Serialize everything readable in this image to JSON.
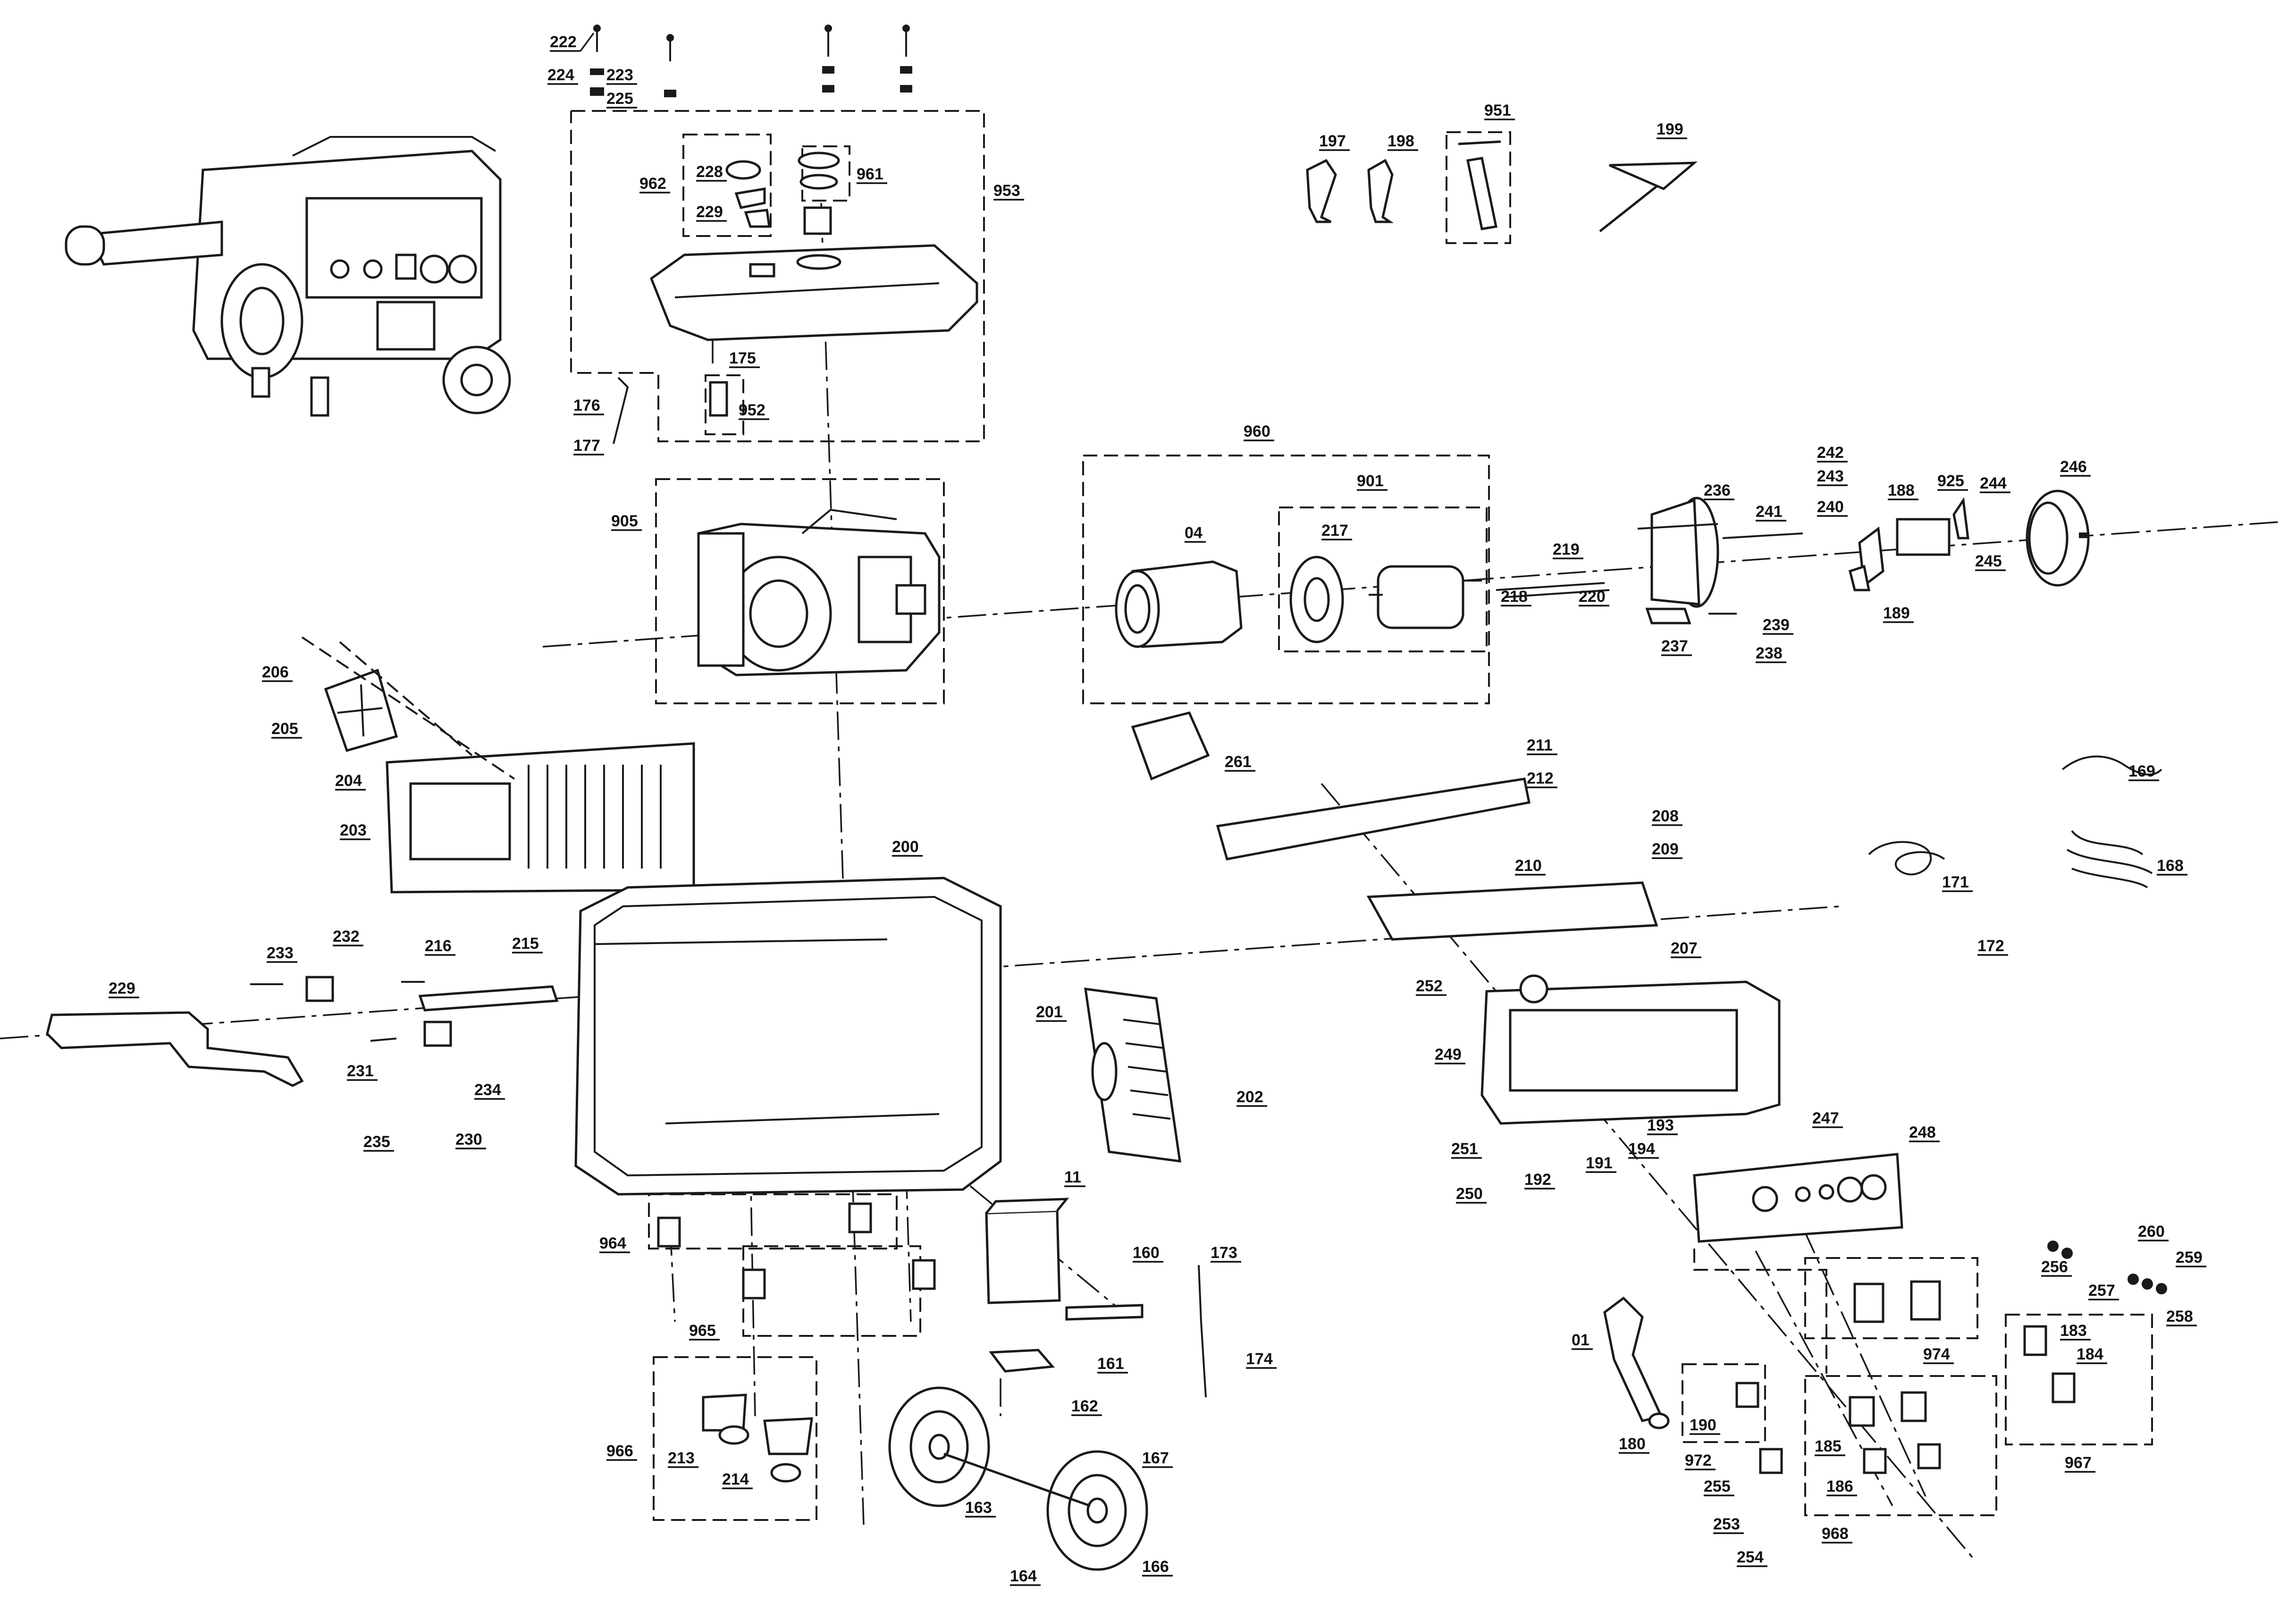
{
  "diagram": {
    "type": "exploded-parts-view",
    "labels": [
      "222",
      "224",
      "223",
      "225",
      "962",
      "228",
      "229",
      "961",
      "953",
      "175",
      "952",
      "176",
      "177",
      "197",
      "198",
      "951",
      "199",
      "960",
      "901",
      "04",
      "217",
      "219",
      "218",
      "220",
      "236",
      "241",
      "242",
      "243",
      "240",
      "188",
      "925",
      "244",
      "245",
      "246",
      "189",
      "237",
      "238",
      "239",
      "905",
      "206",
      "205",
      "204",
      "203",
      "261",
      "211",
      "212",
      "210",
      "208",
      "209",
      "207",
      "169",
      "171",
      "168",
      "172",
      "200",
      "233",
      "232",
      "216",
      "215",
      "229",
      "231",
      "234",
      "235",
      "230",
      "201",
      "202",
      "252",
      "249",
      "251",
      "250",
      "193",
      "194",
      "191",
      "192",
      "247",
      "248",
      "11",
      "160",
      "161",
      "162",
      "173",
      "174",
      "964",
      "965",
      "966",
      "213",
      "214",
      "163",
      "167",
      "164",
      "166",
      "260",
      "256",
      "257",
      "259",
      "258",
      "01",
      "190",
      "180",
      "972",
      "255",
      "253",
      "254",
      "185",
      "186",
      "968",
      "974",
      "183",
      "184",
      "967"
    ]
  }
}
